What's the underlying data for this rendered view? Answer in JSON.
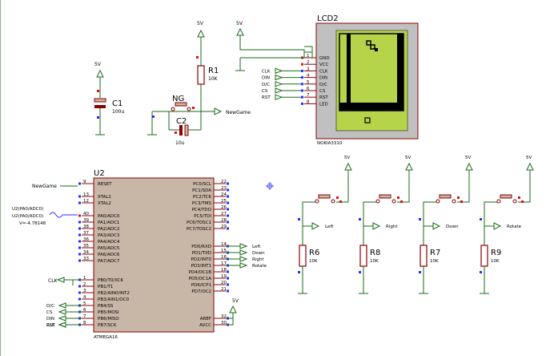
{
  "lcd": {
    "ref": "LCD2",
    "part": "NOKIA3310",
    "pins": [
      {
        "num": "1",
        "name": "GND"
      },
      {
        "num": "2",
        "name": "VCC"
      },
      {
        "num": "3",
        "name": "CLK"
      },
      {
        "num": "4",
        "name": "DIN"
      },
      {
        "num": "5",
        "name": "D/C"
      },
      {
        "num": "6",
        "name": "CS"
      },
      {
        "num": "7",
        "name": "RST"
      },
      {
        "num": "8",
        "name": "LED"
      }
    ],
    "net_labels": [
      "CLK",
      "DIN",
      "D/C",
      "CS",
      "RST"
    ],
    "supply_label": "5V"
  },
  "reset_circuit": {
    "supply": "5V",
    "r1_ref": "R1",
    "r1_value": "10K",
    "button_label": "NG",
    "c2_ref": "C2",
    "c2_value": "10u",
    "net_label": "NewGame"
  },
  "cap_c1": {
    "supply": "5V",
    "ref": "C1",
    "value": "100u"
  },
  "mcu": {
    "ref": "U2",
    "part": "ATMEGA16",
    "left_pins": [
      {
        "num": "9",
        "name": "RESET"
      },
      {
        "num": "13",
        "name": "XTAL1"
      },
      {
        "num": "12",
        "name": "XTAL2"
      },
      {
        "num": "40",
        "name": "PA0/ADC0"
      },
      {
        "num": "39",
        "name": "PA1/ADC1"
      },
      {
        "num": "38",
        "name": "PA2/ADC2"
      },
      {
        "num": "37",
        "name": "PA3/ADC3"
      },
      {
        "num": "36",
        "name": "PA4/ADC4"
      },
      {
        "num": "35",
        "name": "PA5/ADC5"
      },
      {
        "num": "34",
        "name": "PA6/ADC6"
      },
      {
        "num": "33",
        "name": "PA7/ADC7"
      },
      {
        "num": "1",
        "name": "PB0/T0/XCK"
      },
      {
        "num": "2",
        "name": "PB1/T1"
      },
      {
        "num": "3",
        "name": "PB2/AIN0/INT2"
      },
      {
        "num": "4",
        "name": "PB3/AIN1/OC0"
      },
      {
        "num": "5",
        "name": "PB4/SS"
      },
      {
        "num": "6",
        "name": "PB5/MOSI"
      },
      {
        "num": "7",
        "name": "PB6/MISO"
      },
      {
        "num": "8",
        "name": "PB7/SCK"
      }
    ],
    "right_pins": [
      {
        "num": "22",
        "name": "PC0/SCL"
      },
      {
        "num": "23",
        "name": "PC1/SDA"
      },
      {
        "num": "24",
        "name": "PC2/TCK"
      },
      {
        "num": "25",
        "name": "PC3/TMS"
      },
      {
        "num": "26",
        "name": "PC4/TDO"
      },
      {
        "num": "27",
        "name": "PC5/TDI"
      },
      {
        "num": "28",
        "name": "PC6/TOSC1"
      },
      {
        "num": "29",
        "name": "PC7/TOSC2"
      },
      {
        "num": "14",
        "name": "PD0/RXD"
      },
      {
        "num": "15",
        "name": "PD1/TXD"
      },
      {
        "num": "16",
        "name": "PD2/INT0"
      },
      {
        "num": "17",
        "name": "PD3/INT1"
      },
      {
        "num": "18",
        "name": "PD4/OC1B"
      },
      {
        "num": "19",
        "name": "PD5/OC1A"
      },
      {
        "num": "20",
        "name": "PD6/ICP1"
      },
      {
        "num": "21",
        "name": "PD7/OC2"
      },
      {
        "num": "32",
        "name": "AREF"
      },
      {
        "num": "30",
        "name": "AVCC"
      }
    ],
    "reset_net": "NewGame",
    "pd_nets": [
      "Left",
      "Down",
      "Right",
      "Rotate"
    ],
    "pb_nets": [
      "D/C",
      "CS",
      "DIN",
      "RST",
      "CLK"
    ],
    "aref_supply": "5V",
    "probe": {
      "line1": "U2(PA0/ADC0)",
      "line2": "U2(PA0/ADC0)",
      "line3": "V=-4.78148"
    }
  },
  "buttons": [
    {
      "supply": "5V",
      "net": "Left",
      "res_ref": "R6",
      "res_value": "10K"
    },
    {
      "supply": "5V",
      "net": "Right",
      "res_ref": "R8",
      "res_value": "10K"
    },
    {
      "supply": "5V",
      "net": "Down",
      "res_ref": "R7",
      "res_value": "10K"
    },
    {
      "supply": "5V",
      "net": "Rotate",
      "res_ref": "R9",
      "res_value": "10K"
    }
  ],
  "colors": {
    "wire": "#1a6b1a",
    "component": "#8b0000",
    "lcd_screen": "#b5d44a",
    "lcd_bezel": "#c0c0c0",
    "mcu_body": "#c8b6a6",
    "pin_marker": "#2a2aff",
    "active_marker": "#e01010"
  }
}
